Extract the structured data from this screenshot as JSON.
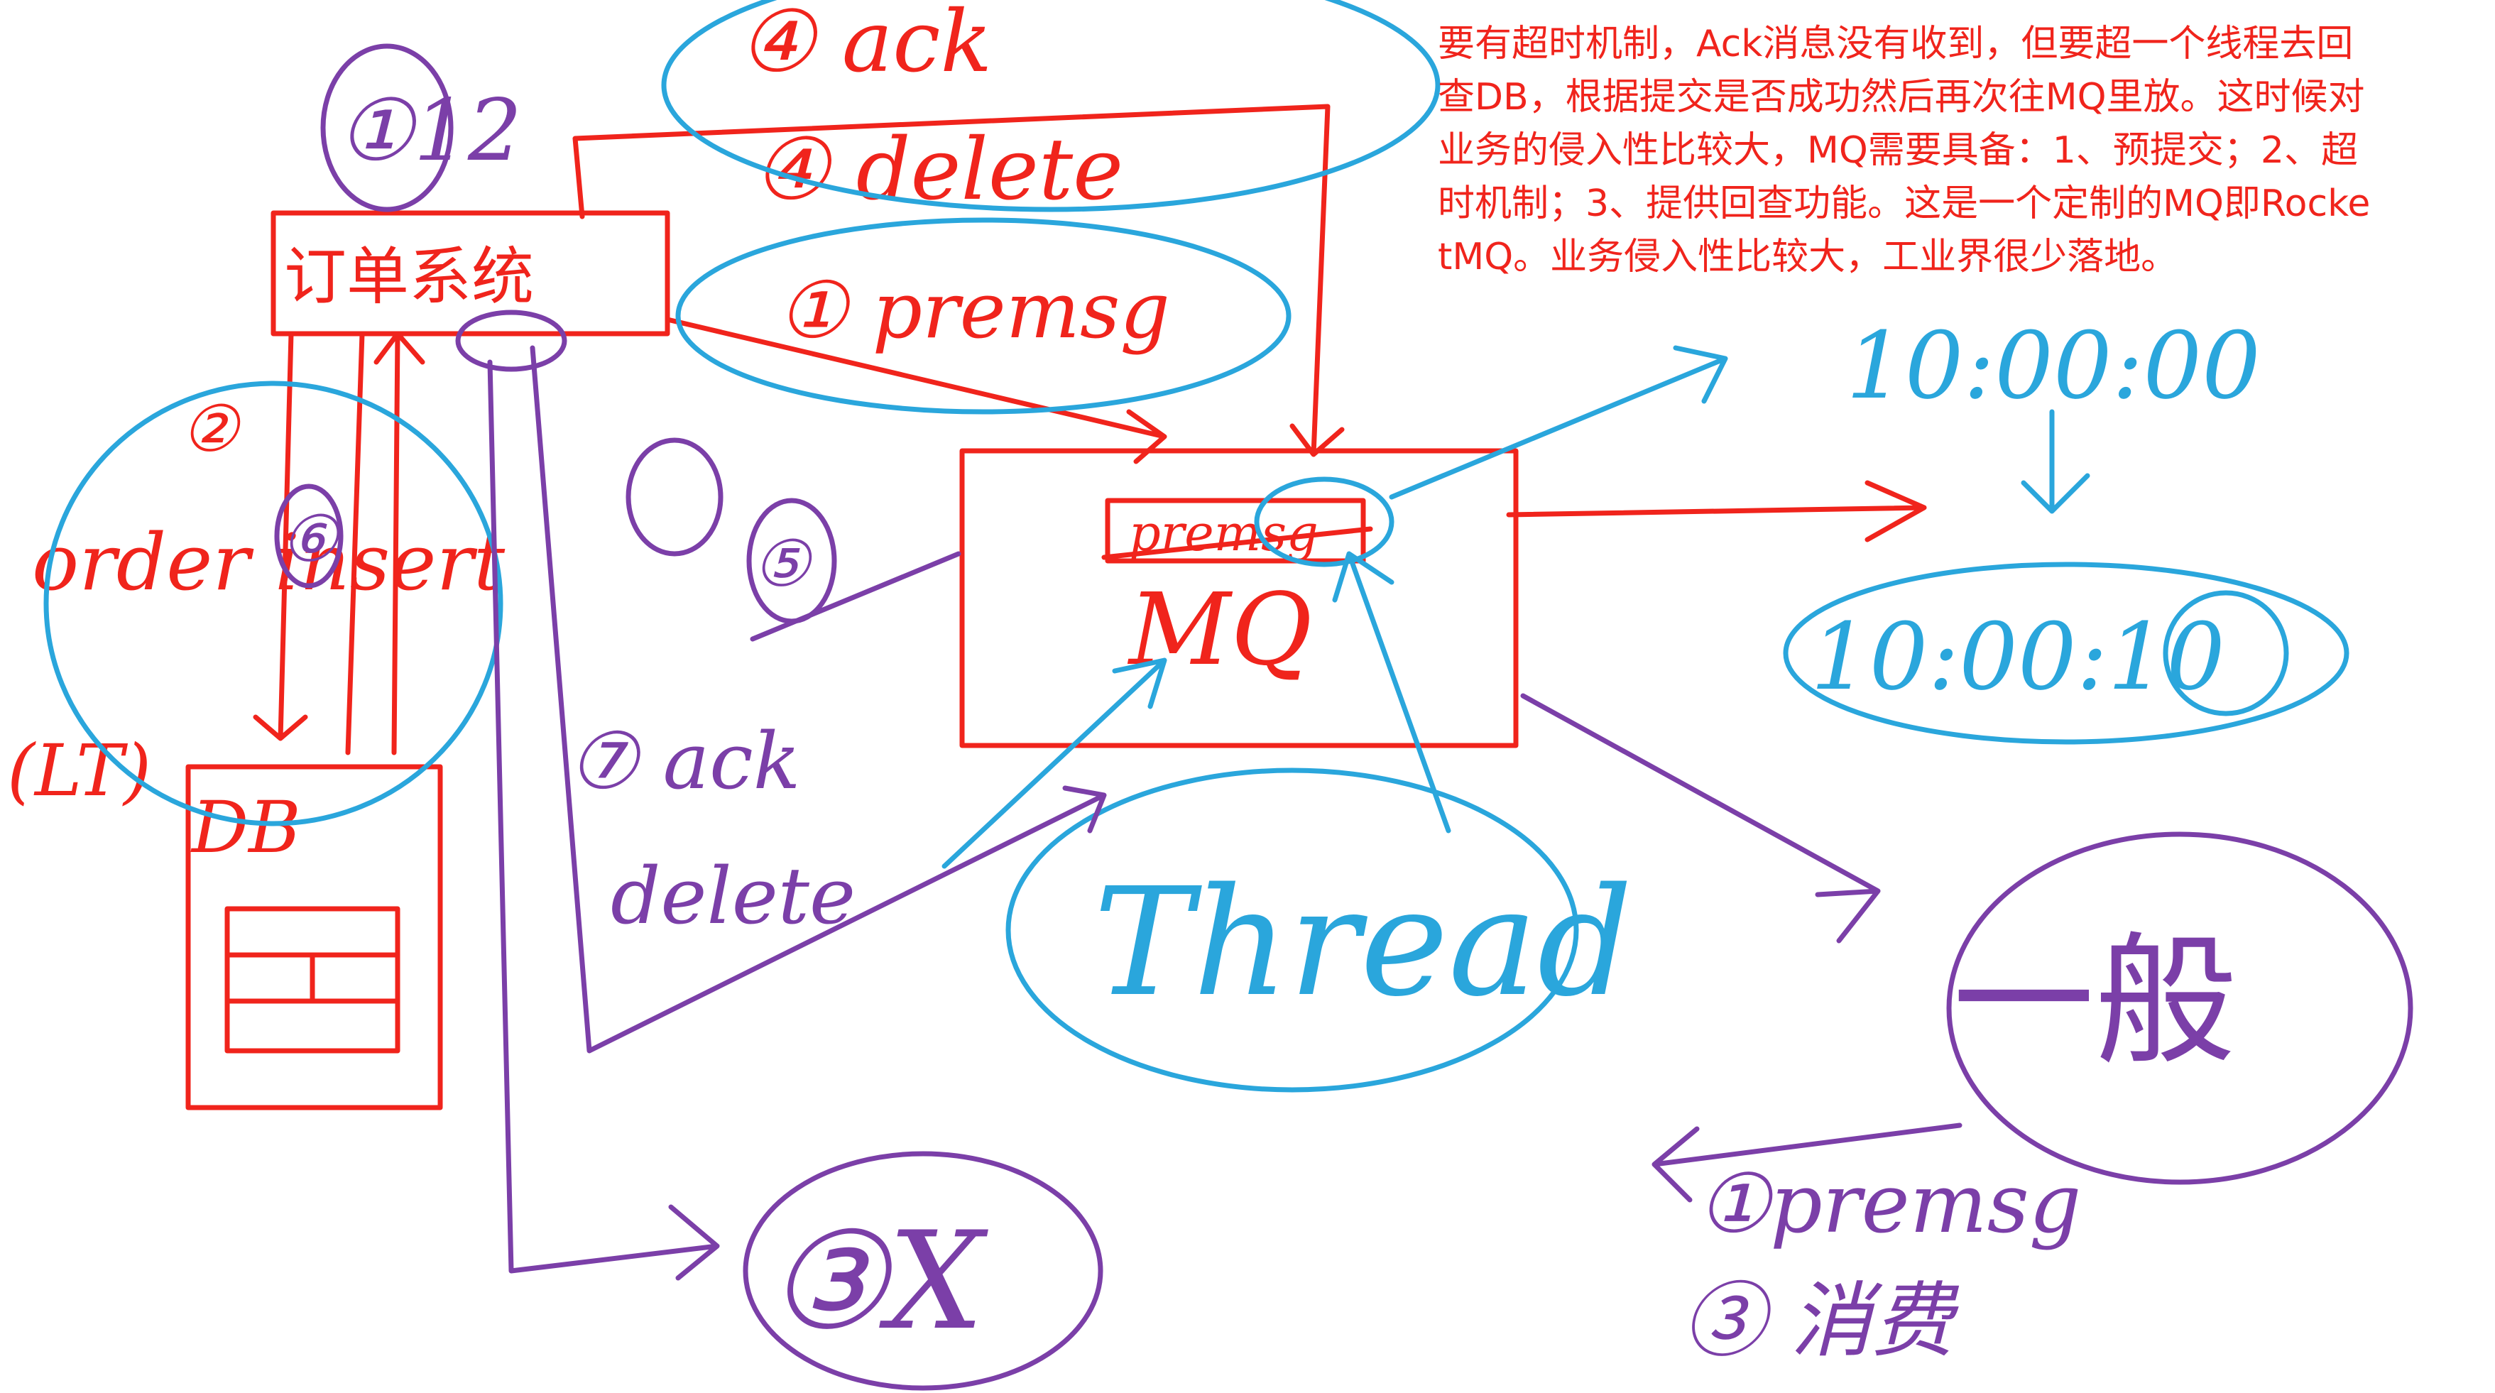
{
  "canvas": {
    "background": "#ffffff"
  },
  "colors": {
    "red": "#f0241c",
    "blue": "#2aa6dc",
    "purple": "#7b3fa8"
  },
  "note": {
    "text": "要有超时机制，Ack消息没有收到，但要超一个线程去回查DB，根据提交是否成功然后再次往MQ里放。这时候对业务的侵入性比较大，MQ需要具备：1、预提交；2、超时机制；3、提供回查功能。这是一个定制的MQ即RocketMQ。业务侵入性比较大，工业界很少落地。"
  },
  "labels": {
    "step4_ack": "④ ack",
    "step4_delete": "④ delete",
    "step1_premsg": "① premsg",
    "order_service": "订单系统",
    "step2": "②",
    "order_insert": "order insert",
    "lt": "(LT)",
    "db": "DB",
    "step6": "⑥",
    "step5": "⑤",
    "step7_ack": "⑦ ack",
    "delete": "delete",
    "mq": "MQ",
    "premsg_mq": "premsg",
    "thread": "Thread",
    "time1": "10:00:00",
    "time2": "10:00:10",
    "other_system": "一般",
    "three_x": "③X",
    "consume_premsg": "①premsg",
    "step3_consume": "③ 消费",
    "top_left": "①12"
  }
}
